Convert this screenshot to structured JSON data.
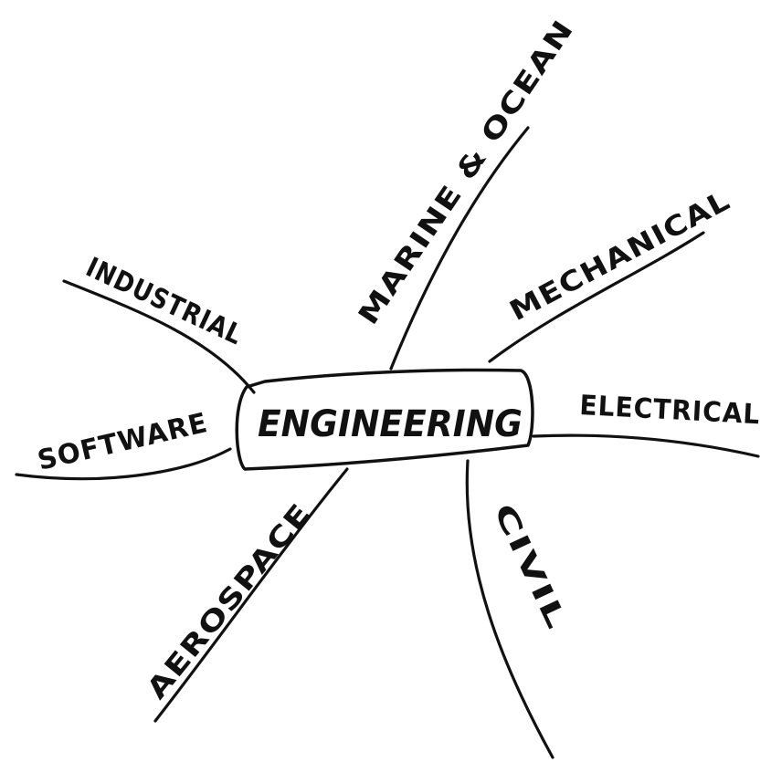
{
  "center": {
    "label": "ENGINEERING"
  },
  "branches": [
    {
      "id": "industrial",
      "label": "INDUSTRIAL"
    },
    {
      "id": "software",
      "label": "SOFTWARE"
    },
    {
      "id": "aerospace",
      "label": "AEROSPACE"
    },
    {
      "id": "civil",
      "label": "CIVIL"
    },
    {
      "id": "electrical",
      "label": "ELECTRICAL"
    },
    {
      "id": "mechanical",
      "label": "MECHANICAL"
    },
    {
      "id": "marine",
      "label": "MARINE & OCEAN"
    }
  ],
  "colors": {
    "ink": "#111111",
    "paper": "#ffffff"
  }
}
